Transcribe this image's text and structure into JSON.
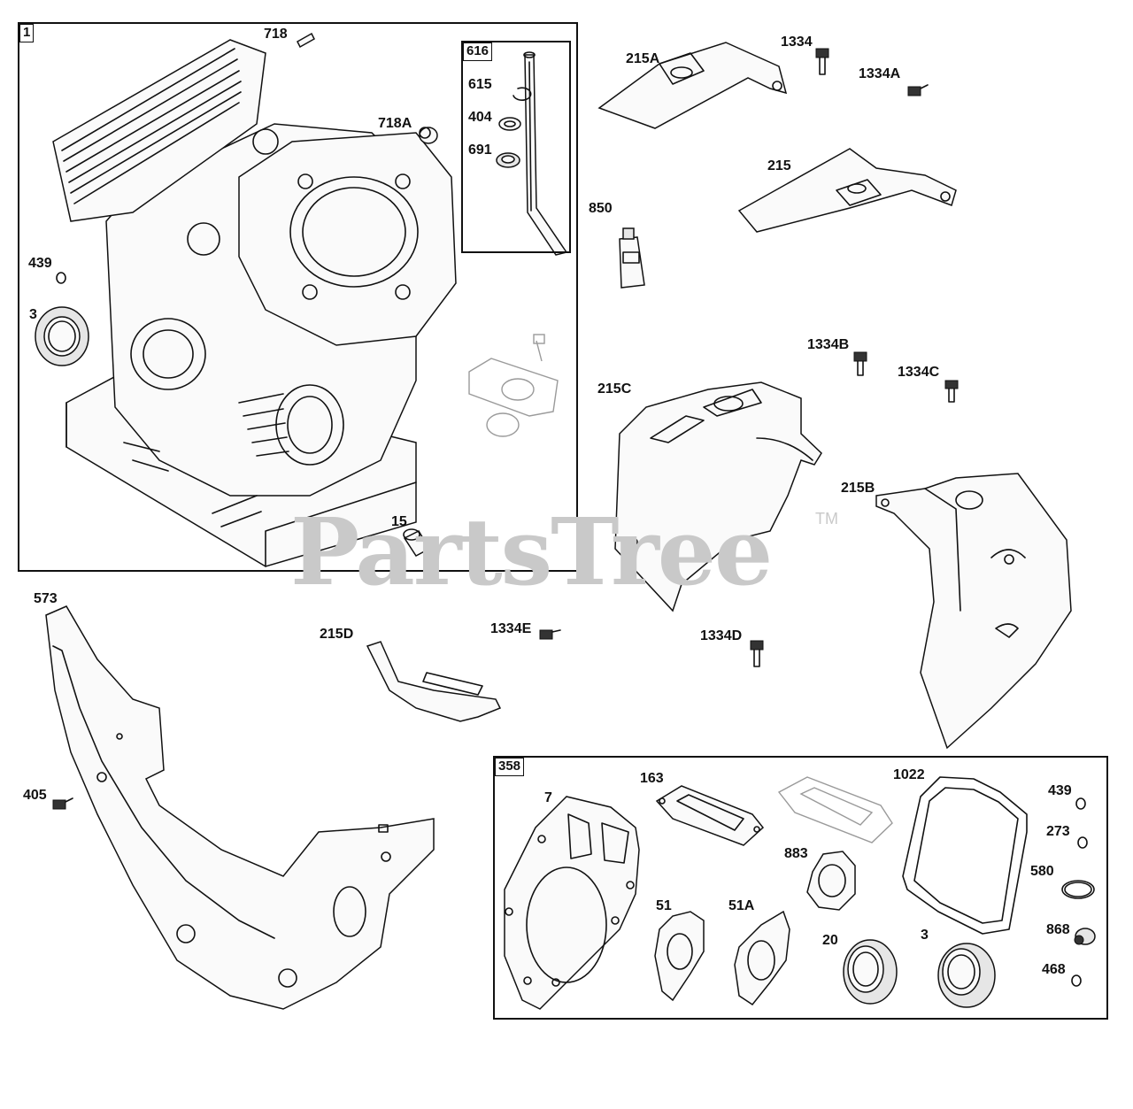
{
  "watermark": {
    "text": "PartsTree",
    "trademark": "TM"
  },
  "groups": {
    "engine_block": "1",
    "dipstick_kit": "616",
    "gasket_set": "358"
  },
  "labels": {
    "p718": "718",
    "p718A": "718A",
    "p439_top": "439",
    "p3_top": "3",
    "p15": "15",
    "p615": "615",
    "p404": "404",
    "p691": "691",
    "p850": "850",
    "p215A": "215A",
    "p1334": "1334",
    "p1334A": "1334A",
    "p215": "215",
    "p1334B": "1334B",
    "p1334C": "1334C",
    "p215C": "215C",
    "p215B": "215B",
    "p573": "573",
    "p215D": "215D",
    "p1334E": "1334E",
    "p1334D": "1334D",
    "p405": "405",
    "p7": "7",
    "p163": "163",
    "p883": "883",
    "p1022": "1022",
    "p439_kit": "439",
    "p273": "273",
    "p580": "580",
    "p51": "51",
    "p51A": "51A",
    "p20": "20",
    "p3_kit": "3",
    "p868": "868",
    "p468": "468"
  }
}
